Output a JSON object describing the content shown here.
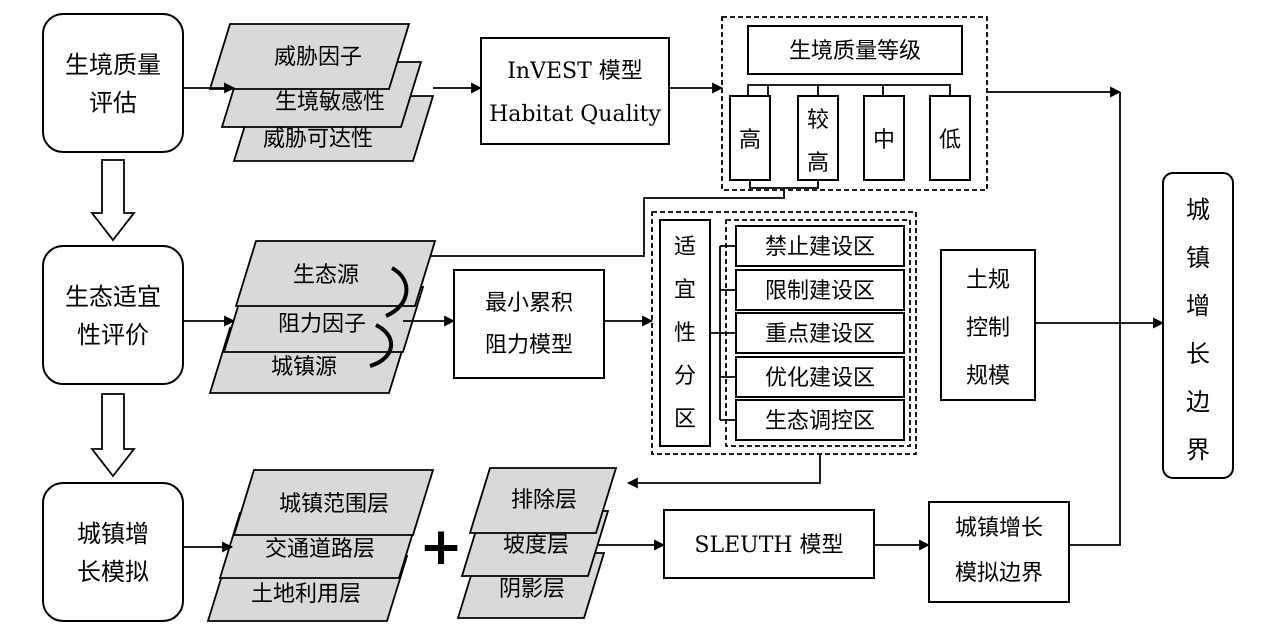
{
  "stage_boxes": {
    "habitat_eval": [
      "生境质量",
      "评估"
    ],
    "ecological_suitability": [
      "生态适宜",
      "性评价"
    ],
    "urban_growth_sim": [
      "城镇增",
      "长模拟"
    ]
  },
  "threat_layers": [
    "威胁因子",
    "生境敏感性",
    "威胁可达性"
  ],
  "invest_model": [
    "InVEST 模型",
    "Habitat Quality"
  ],
  "habitat_grade": {
    "title": "生境质量等级",
    "levels": [
      [
        "高"
      ],
      [
        "较",
        "高"
      ],
      [
        "中"
      ],
      [
        "低"
      ]
    ]
  },
  "source_layers": [
    "生态源",
    "阻力因子",
    "城镇源"
  ],
  "mcr_model": [
    "最小累积",
    "阻力模型"
  ],
  "suitability_zoning": {
    "label": [
      "适",
      "宜",
      "性",
      "分",
      "区"
    ],
    "zones": [
      "禁止建设区",
      "限制建设区",
      "重点建设区",
      "优化建设区",
      "生态调控区"
    ]
  },
  "land_plan_control": [
    "土规",
    "控制",
    "规模"
  ],
  "urban_boundary": [
    "城",
    "镇",
    "增",
    "长",
    "边",
    "界"
  ],
  "sleuth_layers": [
    "城镇范围层",
    "交通道路层",
    "土地利用层"
  ],
  "plus_symbol": "+",
  "exclusion_layers": [
    "排除层",
    "坡度层",
    "阴影层"
  ],
  "sleuth_model": "SLEUTH 模型",
  "simulated_boundary": [
    "城镇增长",
    "模拟边界"
  ]
}
